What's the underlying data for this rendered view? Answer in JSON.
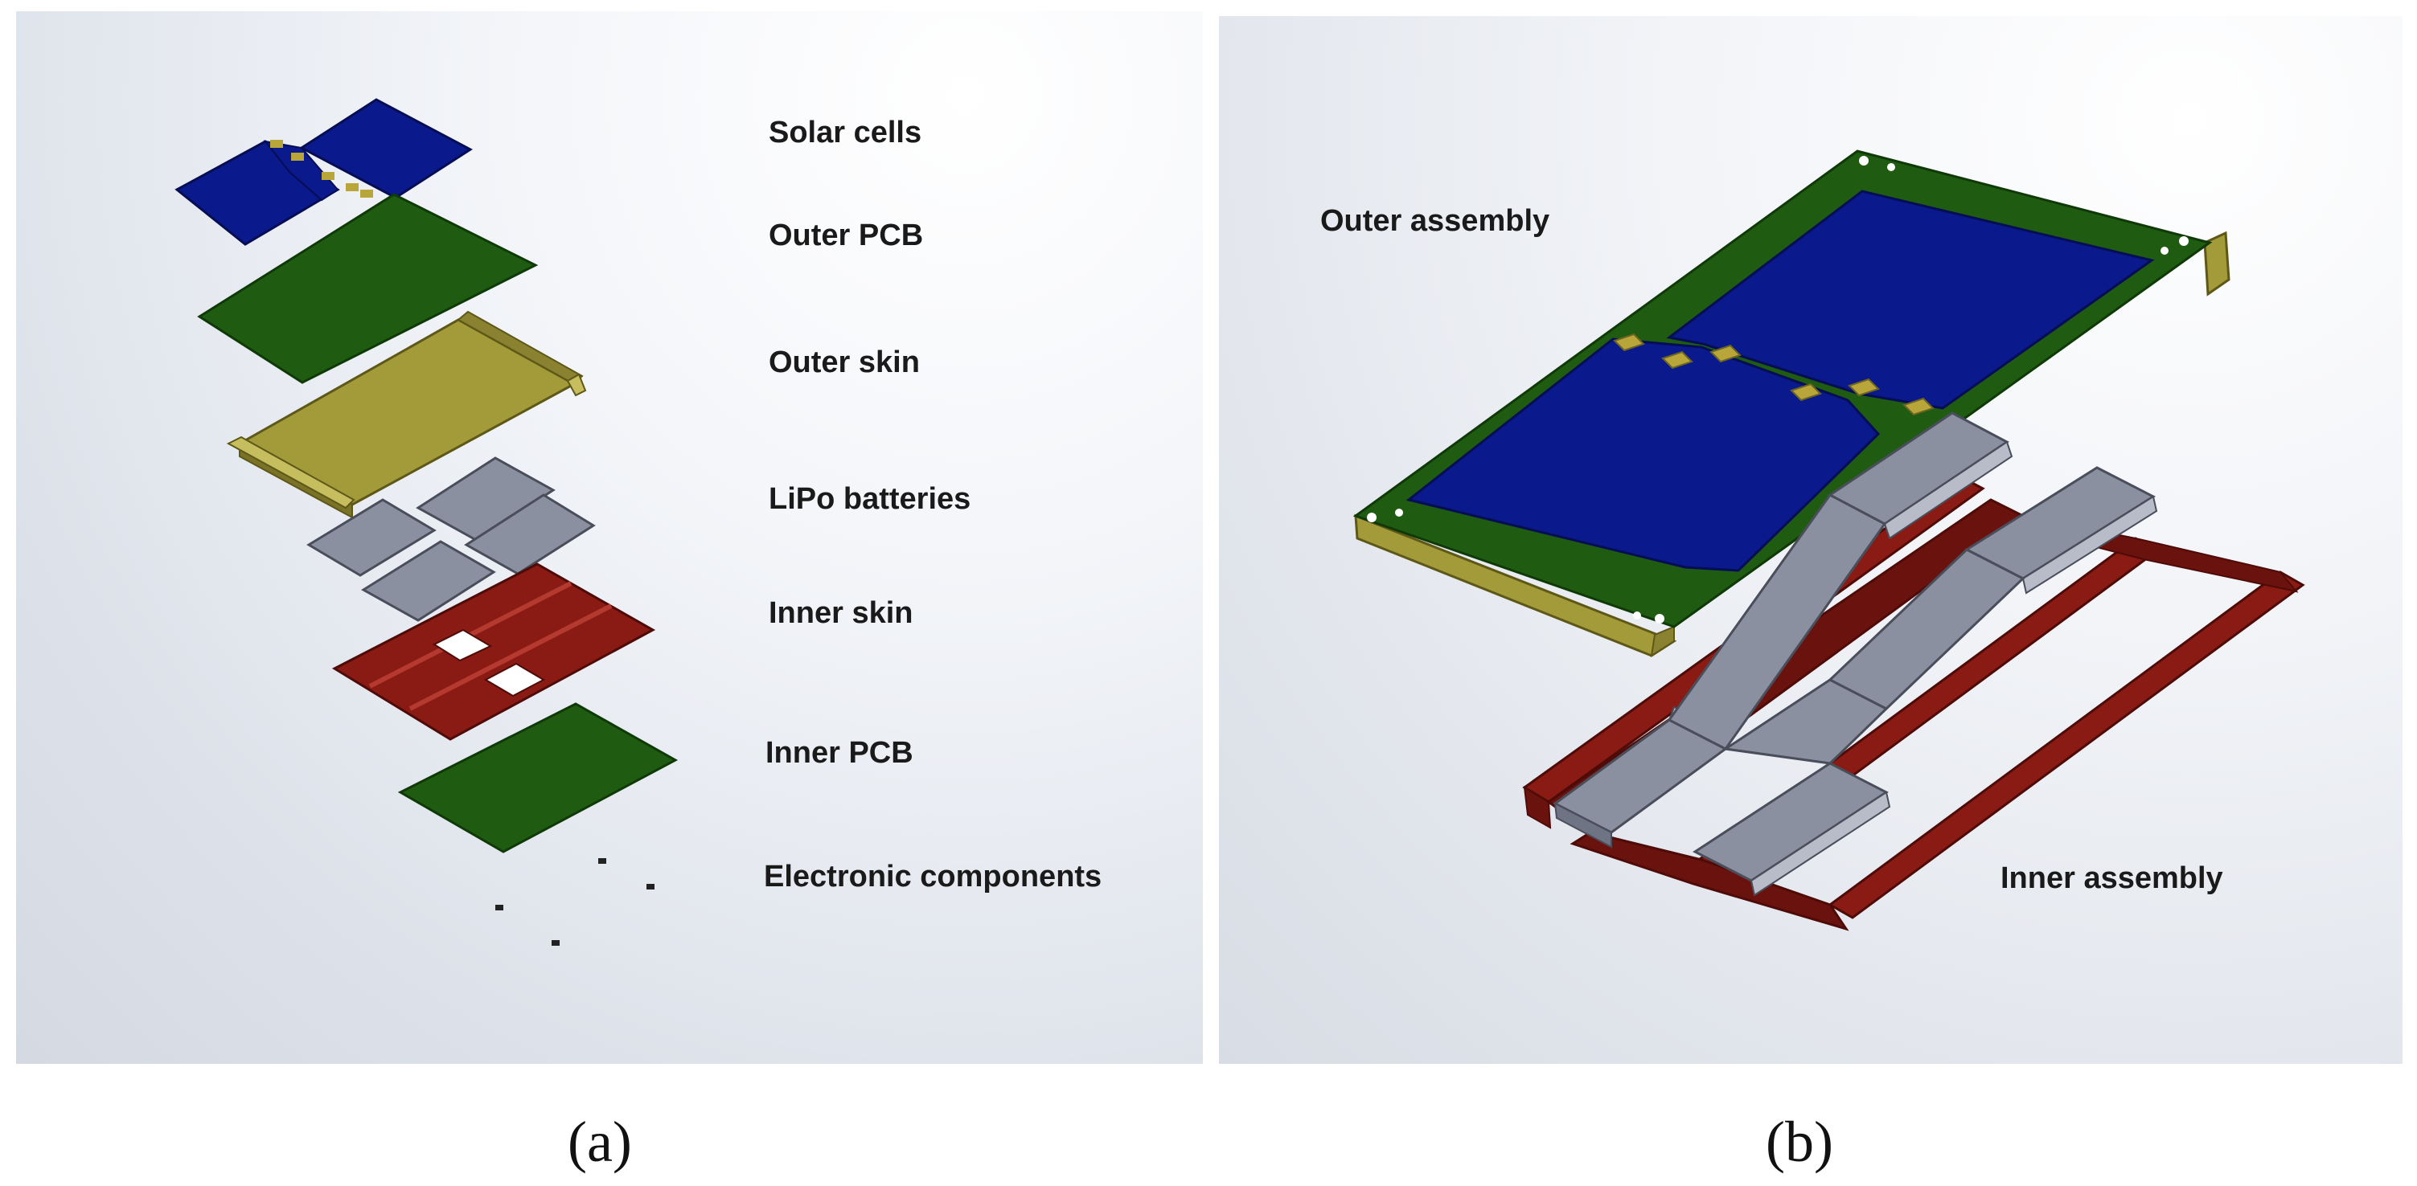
{
  "figure": {
    "panel_a": {
      "caption": "(a)",
      "labels": {
        "solar_cells": "Solar cells",
        "outer_pcb": "Outer PCB",
        "outer_skin": "Outer skin",
        "lipo_batteries": "LiPo batteries",
        "inner_skin": "Inner skin",
        "inner_pcb": "Inner PCB",
        "electronic_components": "Electronic components"
      }
    },
    "panel_b": {
      "caption": "(b)",
      "labels": {
        "outer_assembly": "Outer assembly",
        "inner_assembly": "Inner assembly"
      }
    }
  },
  "colors": {
    "solar_cell": "#0a1a8c",
    "pcb": "#1f5c12",
    "outer_skin": "#a39a3a",
    "battery": "#8a90a0",
    "inner_skin": "#8a1a14",
    "pad": "#b8a63a"
  }
}
